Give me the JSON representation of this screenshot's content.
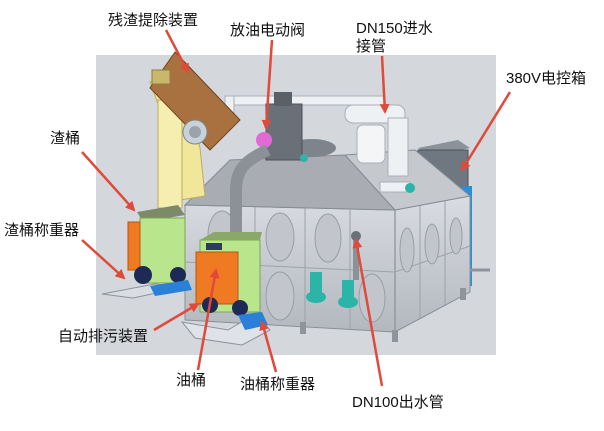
{
  "labels": {
    "residue_removal": "残渣提除装置",
    "oil_drain_valve": "放油电动阀",
    "inlet_pipe_line1": "DN150进水",
    "inlet_pipe_line2": "接管",
    "control_box": "380V电控箱",
    "residue_bucket": "渣桶",
    "residue_scale": "渣桶称重器",
    "auto_drain": "自动排污装置",
    "oil_bucket": "油桶",
    "oil_scale": "油桶称重器",
    "outlet_pipe": "DN100出水管"
  },
  "colors": {
    "arrow": "#e04a3a",
    "background_panel": "#d4d7dc",
    "tank": "#c7cbd1",
    "hood": "#a9adb3",
    "elevator": "#f1e79a",
    "residue_head": "#a9713f",
    "green_bin": "#b9e58c",
    "orange_bin": "#f07a22",
    "blue_plate": "#2a7fd6",
    "pump_teal": "#2bb4a8",
    "control_box": "#6f7780",
    "pipe_white": "#eef1f4",
    "valve_pink": "#e26ad6"
  }
}
